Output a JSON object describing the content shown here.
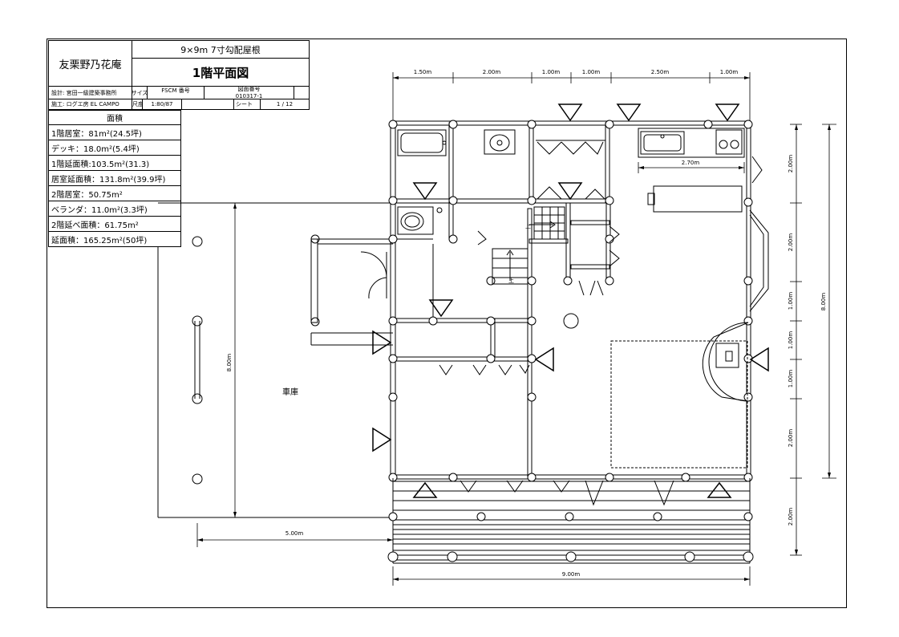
{
  "title_block": {
    "project_name": "友栗野乃花庵",
    "roof_spec": "9×9m 7寸勾配屋根",
    "drawing_title": "1階平面図",
    "designer": "設計: 宮田一級建築事務所",
    "size_label": "サイズ",
    "size_value": "FSCM 番号",
    "drawing_no_label": "図面番号",
    "drawing_no": "010317-1",
    "builder": "施工: ログエ房 EL CAMPO",
    "scale_label": "尺度",
    "scale_value": "1:80/87",
    "sheet_label": "シート",
    "sheet_value": "1 / 12"
  },
  "areas": {
    "header": "面積",
    "rows": [
      "1階居室：81m²(24.5坪)",
      "デッキ：18.0m²(5.4坪)",
      "1階延面積:103.5m²(31.3)",
      "居室延面積：131.8m²(39.9坪)",
      "2階居室：50.75m²",
      "ベランダ：11.0m²(3.3坪)",
      "2階延べ面積：61.75m²",
      "延面積：165.25m²(50坪)"
    ]
  },
  "dimensions": {
    "top": [
      "1.50m",
      "2.00m",
      "1.00m",
      "1.00m",
      "2.50m",
      "1.00m"
    ],
    "right": [
      "2.00m",
      "2.00m",
      "1.00m",
      "1.00m",
      "1.00m",
      "2.00m",
      "2.00m"
    ],
    "right_total": "8.00m",
    "kitchen": "2.70m",
    "garage_height": "8.00m",
    "garage_width": "5.00m",
    "bottom_total": "9.00m"
  },
  "labels": {
    "garage": "車庫",
    "stair_up_1": "上",
    "stair_up_2": "上"
  },
  "colors": {
    "line": "#000000",
    "background": "#ffffff"
  }
}
